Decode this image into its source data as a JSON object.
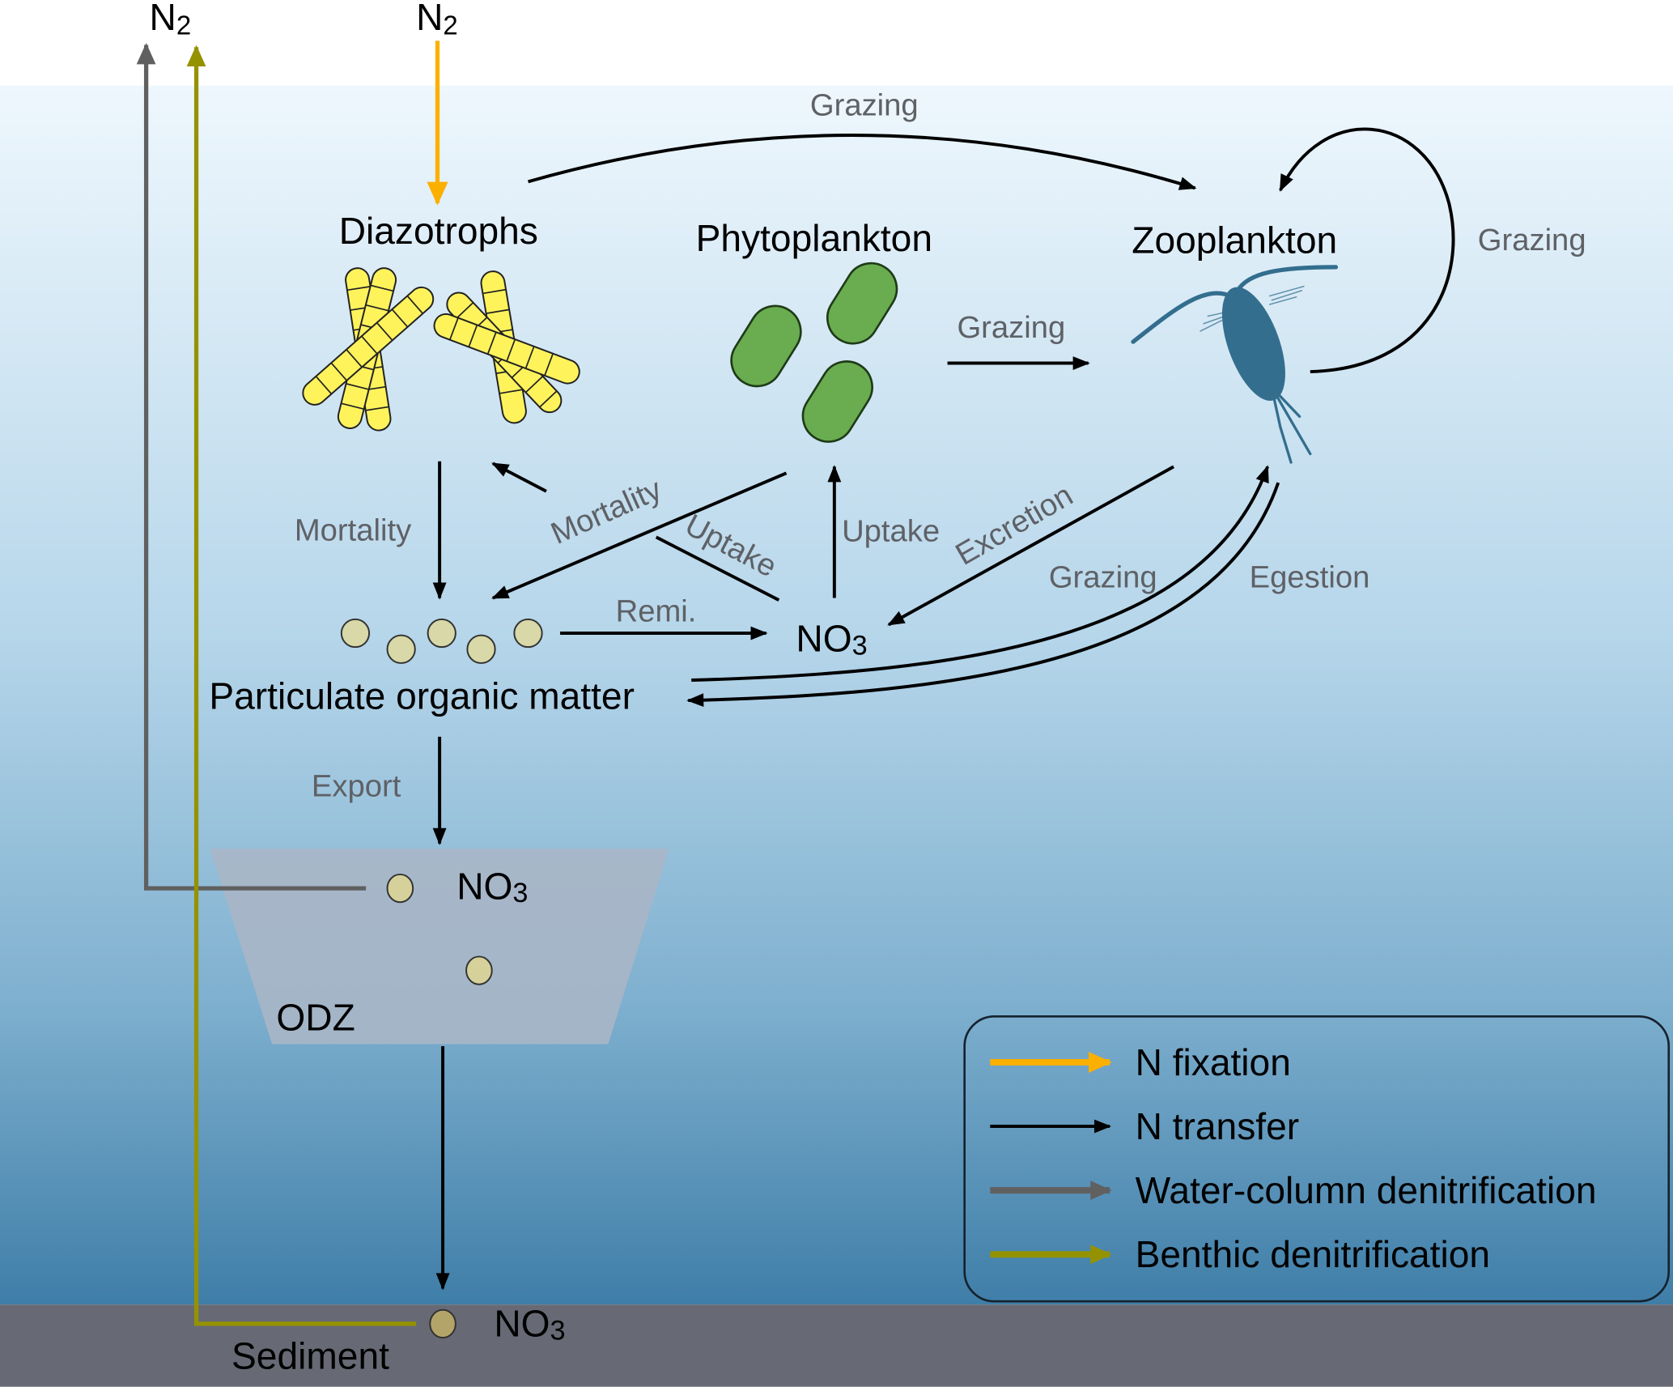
{
  "colors": {
    "n_fixation": "#fbb000",
    "n_transfer": "#000000",
    "water_column_denitrification": "#606060",
    "benthic_denitrification": "#959200",
    "sediment": "#676a74",
    "diazotroph": "#fff35c",
    "phytoplankton": "#6aac50",
    "zooplankton": "#336e8e"
  },
  "atmosphere": {
    "n2_left": {
      "base": "N",
      "sub": "2"
    },
    "n2_center": {
      "base": "N",
      "sub": "2"
    }
  },
  "nodes": {
    "diazotrophs": "Diazotrophs",
    "phytoplankton": "Phytoplankton",
    "zooplankton": "Zooplankton",
    "pom": "Particulate organic matter",
    "no3_surface": {
      "base": "NO",
      "sub": "3"
    },
    "no3_odz": {
      "base": "NO",
      "sub": "3"
    },
    "no3_sediment": {
      "base": "NO",
      "sub": "3"
    },
    "odz": "ODZ",
    "sediment": "Sediment"
  },
  "flows": {
    "grazing_top": "Grazing",
    "grazing_self": "Grazing",
    "grazing_phyto": "Grazing",
    "grazing_pom": "Grazing",
    "mortality_diaz": "Mortality",
    "mortality_phyto": "Mortality",
    "uptake_diaz": "Uptake",
    "uptake_phyto": "Uptake",
    "excretion": "Excretion",
    "egestion": "Egestion",
    "remi": "Remi.",
    "export": "Export"
  },
  "legend": {
    "items": [
      {
        "label": "N fixation",
        "color": "#fbb000"
      },
      {
        "label": "N transfer",
        "color": "#000000"
      },
      {
        "label": "Water-column denitrification",
        "color": "#606060"
      },
      {
        "label": "Benthic denitrification",
        "color": "#959200"
      }
    ]
  }
}
